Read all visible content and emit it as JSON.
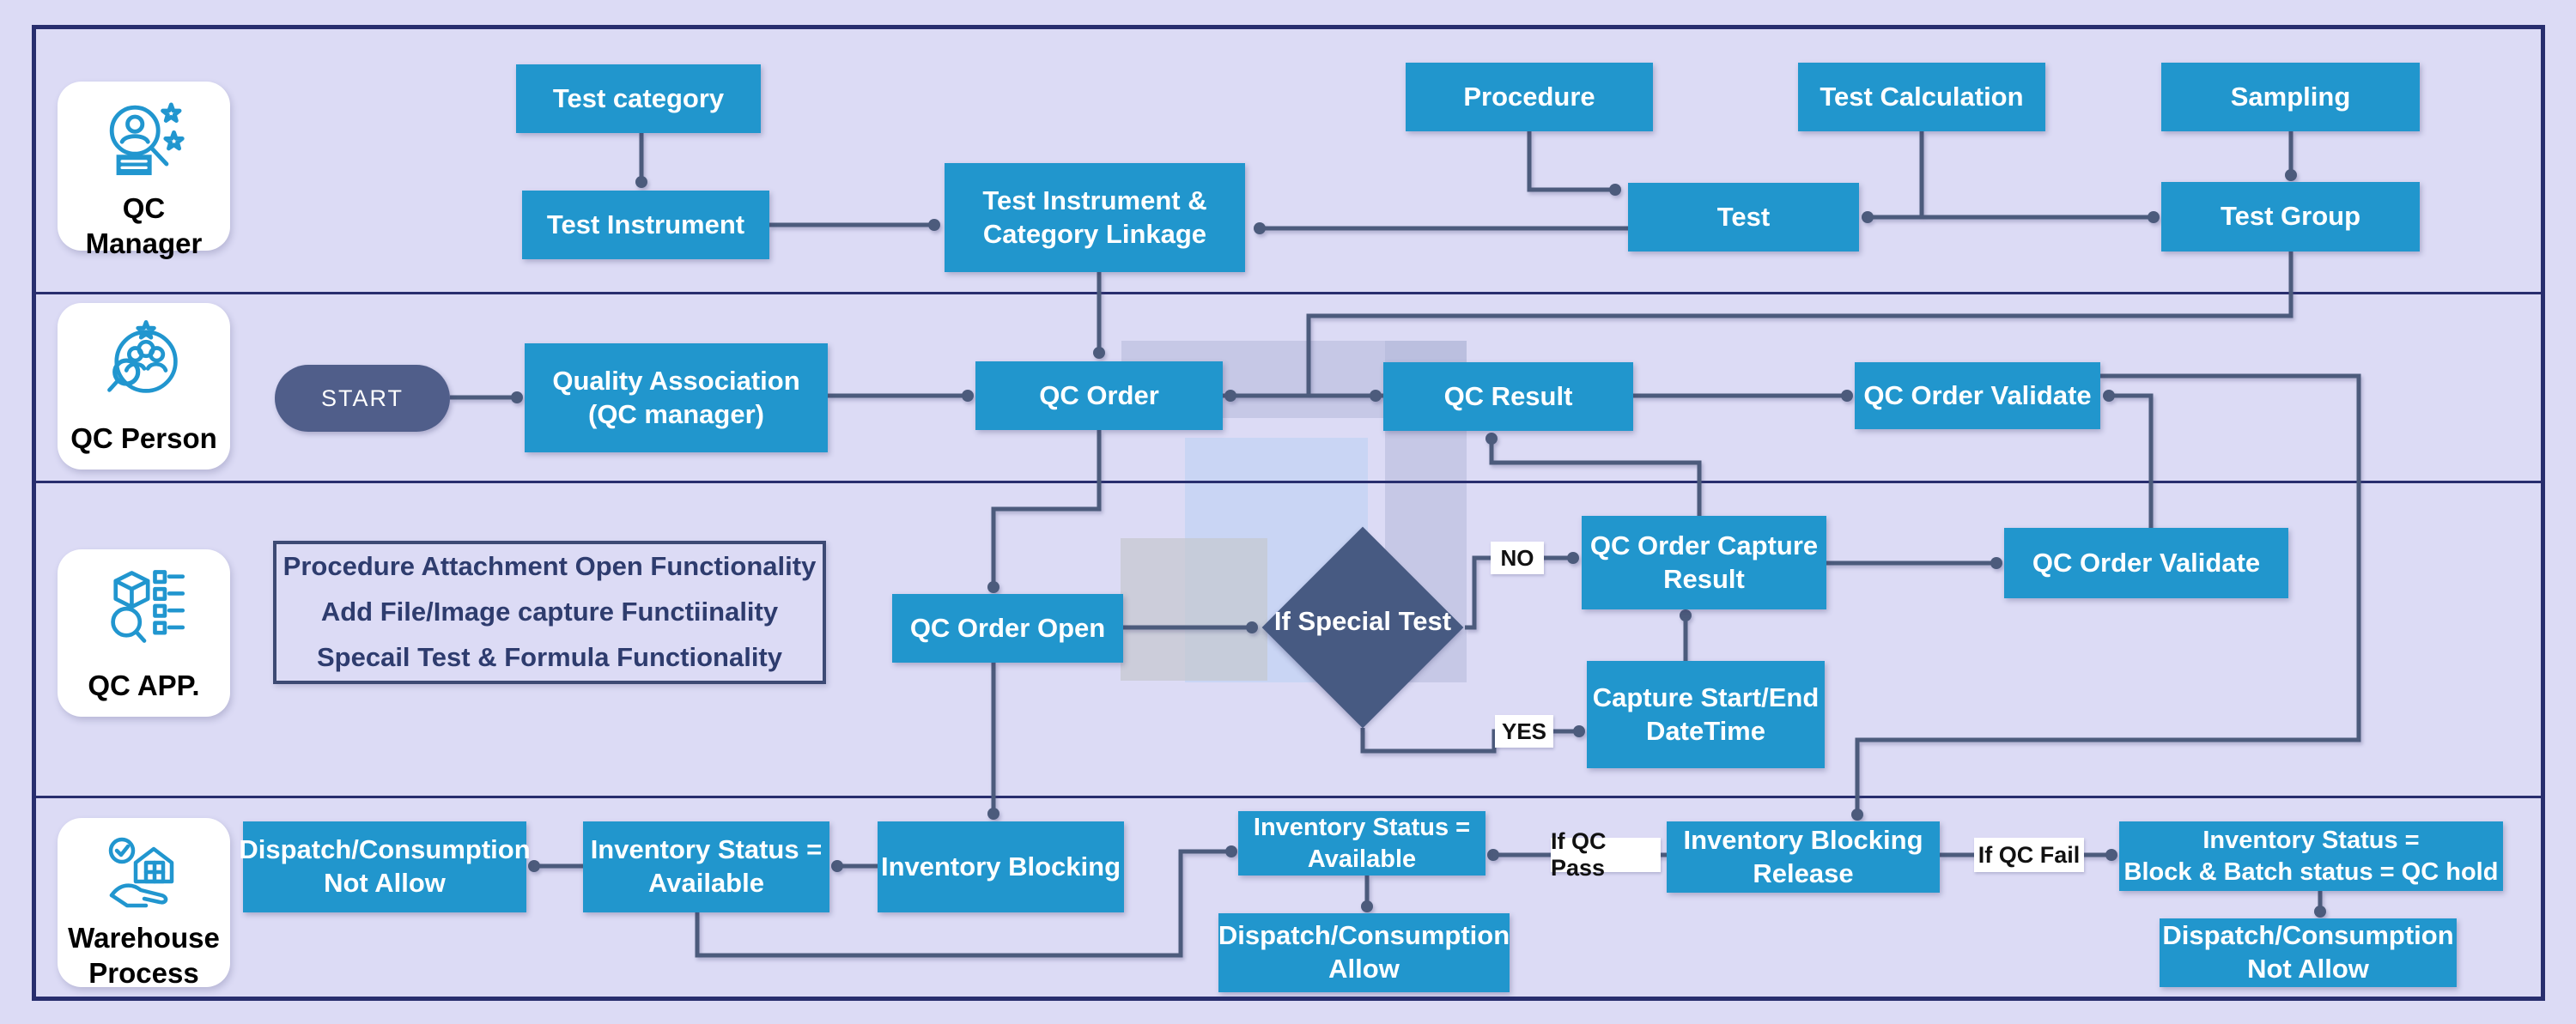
{
  "lanes": [
    {
      "label": "QC Manager",
      "icon": "qc-manager-icon"
    },
    {
      "label": "QC Person",
      "icon": "qc-person-icon"
    },
    {
      "label": "QC APP.",
      "icon": "qc-app-icon"
    },
    {
      "label": "Warehouse\nProcess",
      "icon": "warehouse-icon"
    }
  ],
  "nodes": {
    "test_category": {
      "label": "Test category"
    },
    "test_instrument": {
      "label": "Test Instrument"
    },
    "test_instrument_category_linkage": {
      "label": "Test Instrument &\nCategory Linkage"
    },
    "procedure": {
      "label": "Procedure"
    },
    "test": {
      "label": "Test"
    },
    "test_calculation": {
      "label": "Test Calculation"
    },
    "sampling": {
      "label": "Sampling"
    },
    "test_group": {
      "label": "Test Group"
    },
    "start": {
      "label": "START"
    },
    "quality_association": {
      "label": "Quality Association\n(QC manager)"
    },
    "qc_order": {
      "label": "QC Order"
    },
    "qc_result": {
      "label": "QC Result"
    },
    "qc_order_validate_person": {
      "label": "QC Order Validate"
    },
    "qc_order_open": {
      "label": "QC Order Open"
    },
    "if_special_test": {
      "label": "If Special Test"
    },
    "qc_order_capture_result": {
      "label": "QC Order Capture\nResult"
    },
    "capture_datetime": {
      "label": "Capture Start/End\nDateTime"
    },
    "qc_order_validate_app": {
      "label": "QC Order Validate"
    },
    "dispatch_not_allow_1": {
      "label": "Dispatch/Consumption\nNot Allow"
    },
    "inventory_available_1": {
      "label": "Inventory Status =\nAvailable"
    },
    "inventory_blocking": {
      "label": "Inventory Blocking"
    },
    "inventory_available_2": {
      "label": "Inventory Status =\nAvailable"
    },
    "dispatch_allow": {
      "label": "Dispatch/Consumption\nAllow"
    },
    "inventory_blocking_release": {
      "label": "Inventory Blocking\nRelease"
    },
    "inventory_qc_hold": {
      "label": "Inventory Status =\nBlock & Batch status = QC hold"
    },
    "dispatch_not_allow_2": {
      "label": "Dispatch/Consumption\nNot Allow"
    }
  },
  "note": {
    "lines": [
      "Procedure Attachment Open Functionality",
      "Add File/Image capture Functiinality",
      "Specail Test & Formula Functionality"
    ]
  },
  "edge_labels": {
    "no": "NO",
    "yes": "YES",
    "qc_pass": "If QC Pass",
    "qc_fail": "If QC Fail"
  },
  "colors": {
    "process_box": "#2196cd",
    "decision": "#475a82",
    "start_pill": "#505e8a",
    "connector": "#4c5b7c",
    "frame": "#282e6e",
    "background": "#dcdbf5",
    "lane_card": "#ffffff"
  }
}
